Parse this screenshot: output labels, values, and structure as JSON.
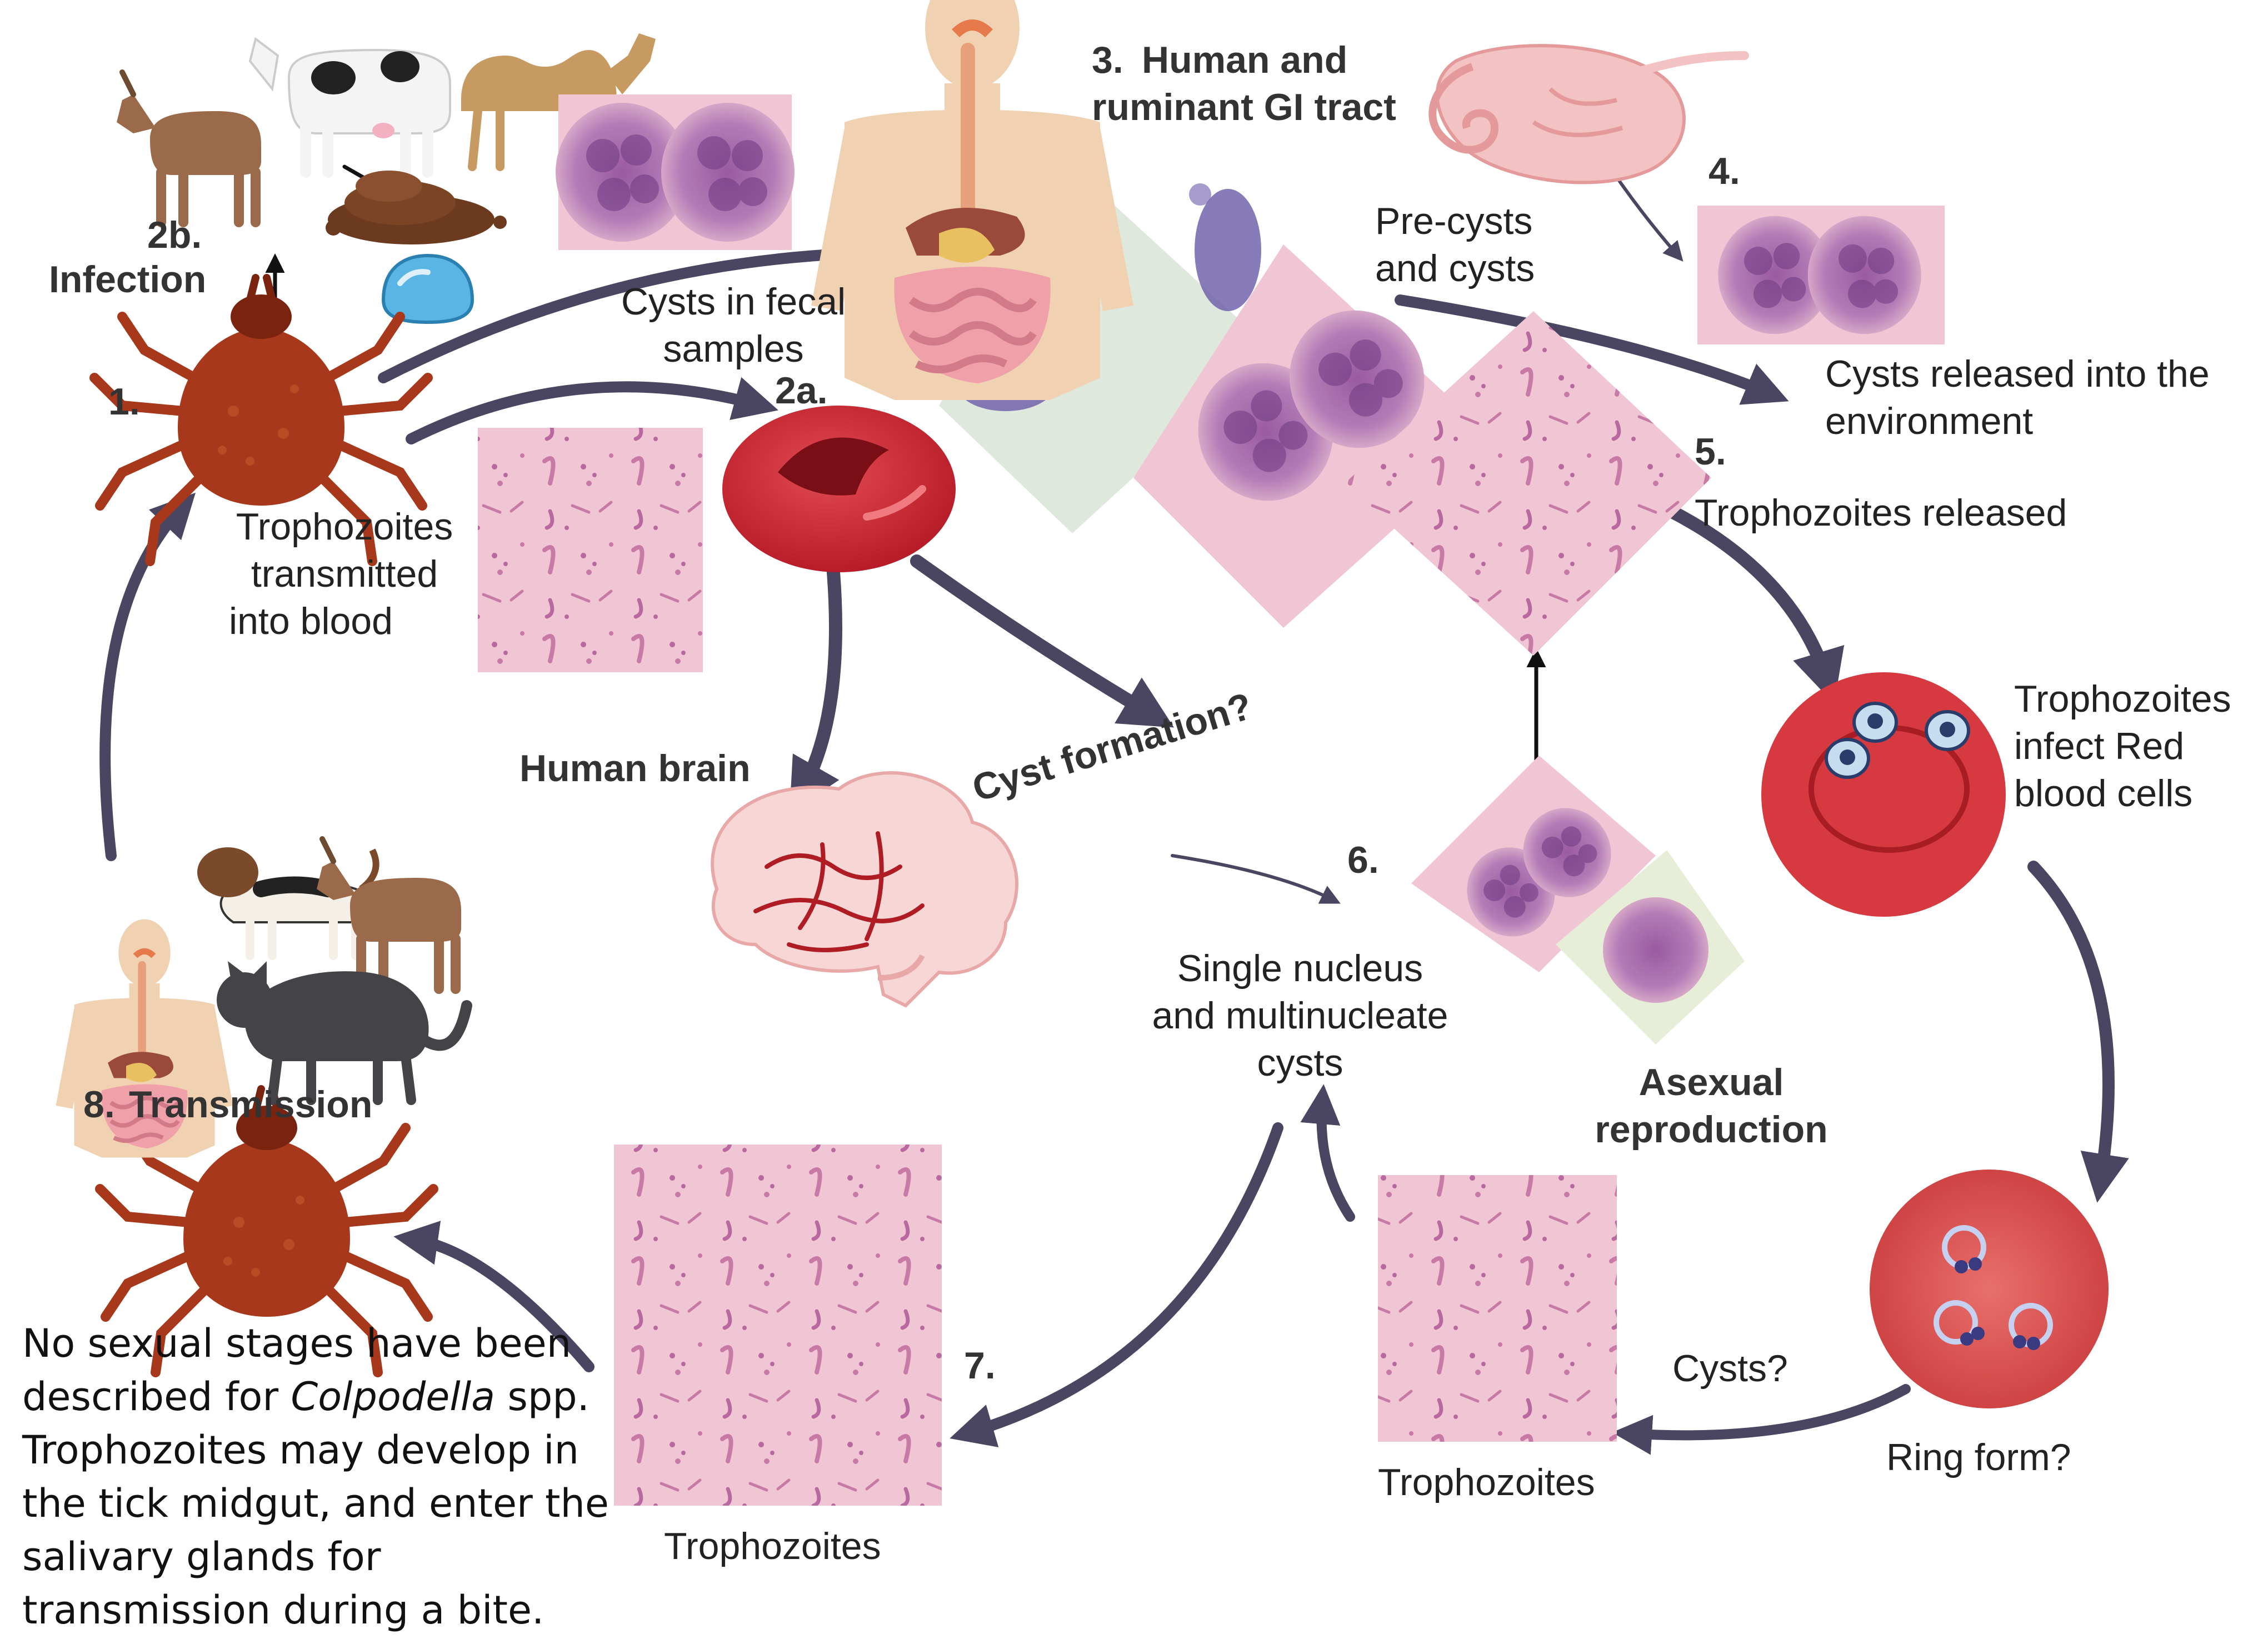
{
  "steps": {
    "s1": "1.",
    "s2a": "2a.",
    "s2b": "2b.",
    "s3": "3.",
    "s4": "4.",
    "s5": "5.",
    "s6": "6.",
    "s7": "7.",
    "s8": "8."
  },
  "labels": {
    "infection": "Infection",
    "human_ruminant_1": "Human and",
    "human_ruminant_2": "ruminant GI tract",
    "cysts_fecal_1": "Cysts in fecal",
    "cysts_fecal_2": "samples",
    "pre_cysts_1": "Pre-cysts",
    "pre_cysts_2": "and cysts",
    "cysts_env_1": "Cysts released into the",
    "cysts_env_2": "environment",
    "troph_released": "Trophozoites released",
    "troph_transmitted_1": "Trophozoites",
    "troph_transmitted_2": "transmitted",
    "troph_transmitted_3": "into blood",
    "human_brain": "Human brain",
    "cyst_formation": "Cyst formation?",
    "troph_infect_1": "Trophozoites",
    "troph_infect_2": "infect Red",
    "troph_infect_3": "blood cells",
    "single_nucleus_1": "Single nucleus",
    "single_nucleus_2": "and multinucleate",
    "single_nucleus_3": "cysts",
    "asexual_1": "Asexual",
    "asexual_2": "reproduction",
    "transmission": "Transmission",
    "cysts_q": "Cysts?",
    "ring_form": "Ring form?",
    "trophozoites_mid": "Trophozoites",
    "trophozoites_bottom": "Trophozoites"
  },
  "note": {
    "line1": "No sexual stages have been",
    "line2_pre": "described for ",
    "line2_italic": "Colpodella",
    "line2_post": " spp.",
    "line3": "Trophozoites may develop in",
    "line4": "the tick midgut, and enter the",
    "line5": "salivary glands for",
    "line6": "transmission during a bite."
  },
  "colors": {
    "arrow": "#4a4560",
    "rbc": "#c8202c",
    "tick": "#a8381c",
    "micro_pink": "#f1c6d4",
    "cyst_purple": "#9b5aa0",
    "skin": "#f0d2b2"
  }
}
